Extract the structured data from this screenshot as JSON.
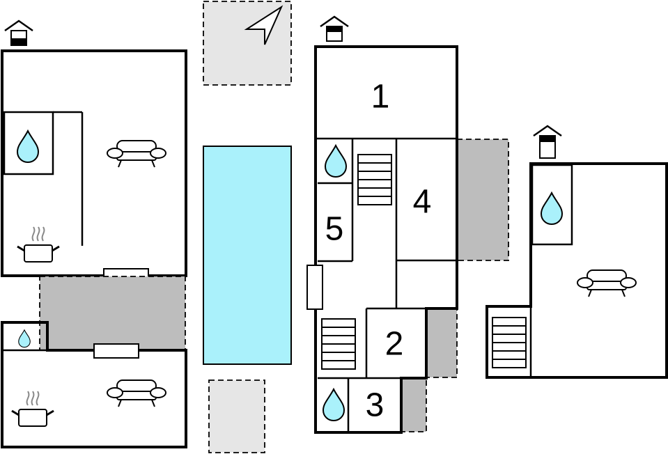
{
  "rooms": [
    {
      "id": "room-1",
      "label": "1"
    },
    {
      "id": "room-2",
      "label": "2"
    },
    {
      "id": "room-3",
      "label": "3"
    },
    {
      "id": "room-4",
      "label": "4"
    },
    {
      "id": "room-5",
      "label": "5"
    }
  ],
  "icons": {
    "bathroom": "water-drop-icon",
    "living": "sofa-icon",
    "kitchen": "cooking-pot-icon",
    "stairs": "stairs-icon",
    "floor_level": "floor-level-house-icon",
    "north": "north-arrow-icon"
  },
  "colors": {
    "pool": "#aaf1fb",
    "terrace": "#bdbdbd",
    "garden": "#e6e6e6",
    "wall": "#000000"
  }
}
